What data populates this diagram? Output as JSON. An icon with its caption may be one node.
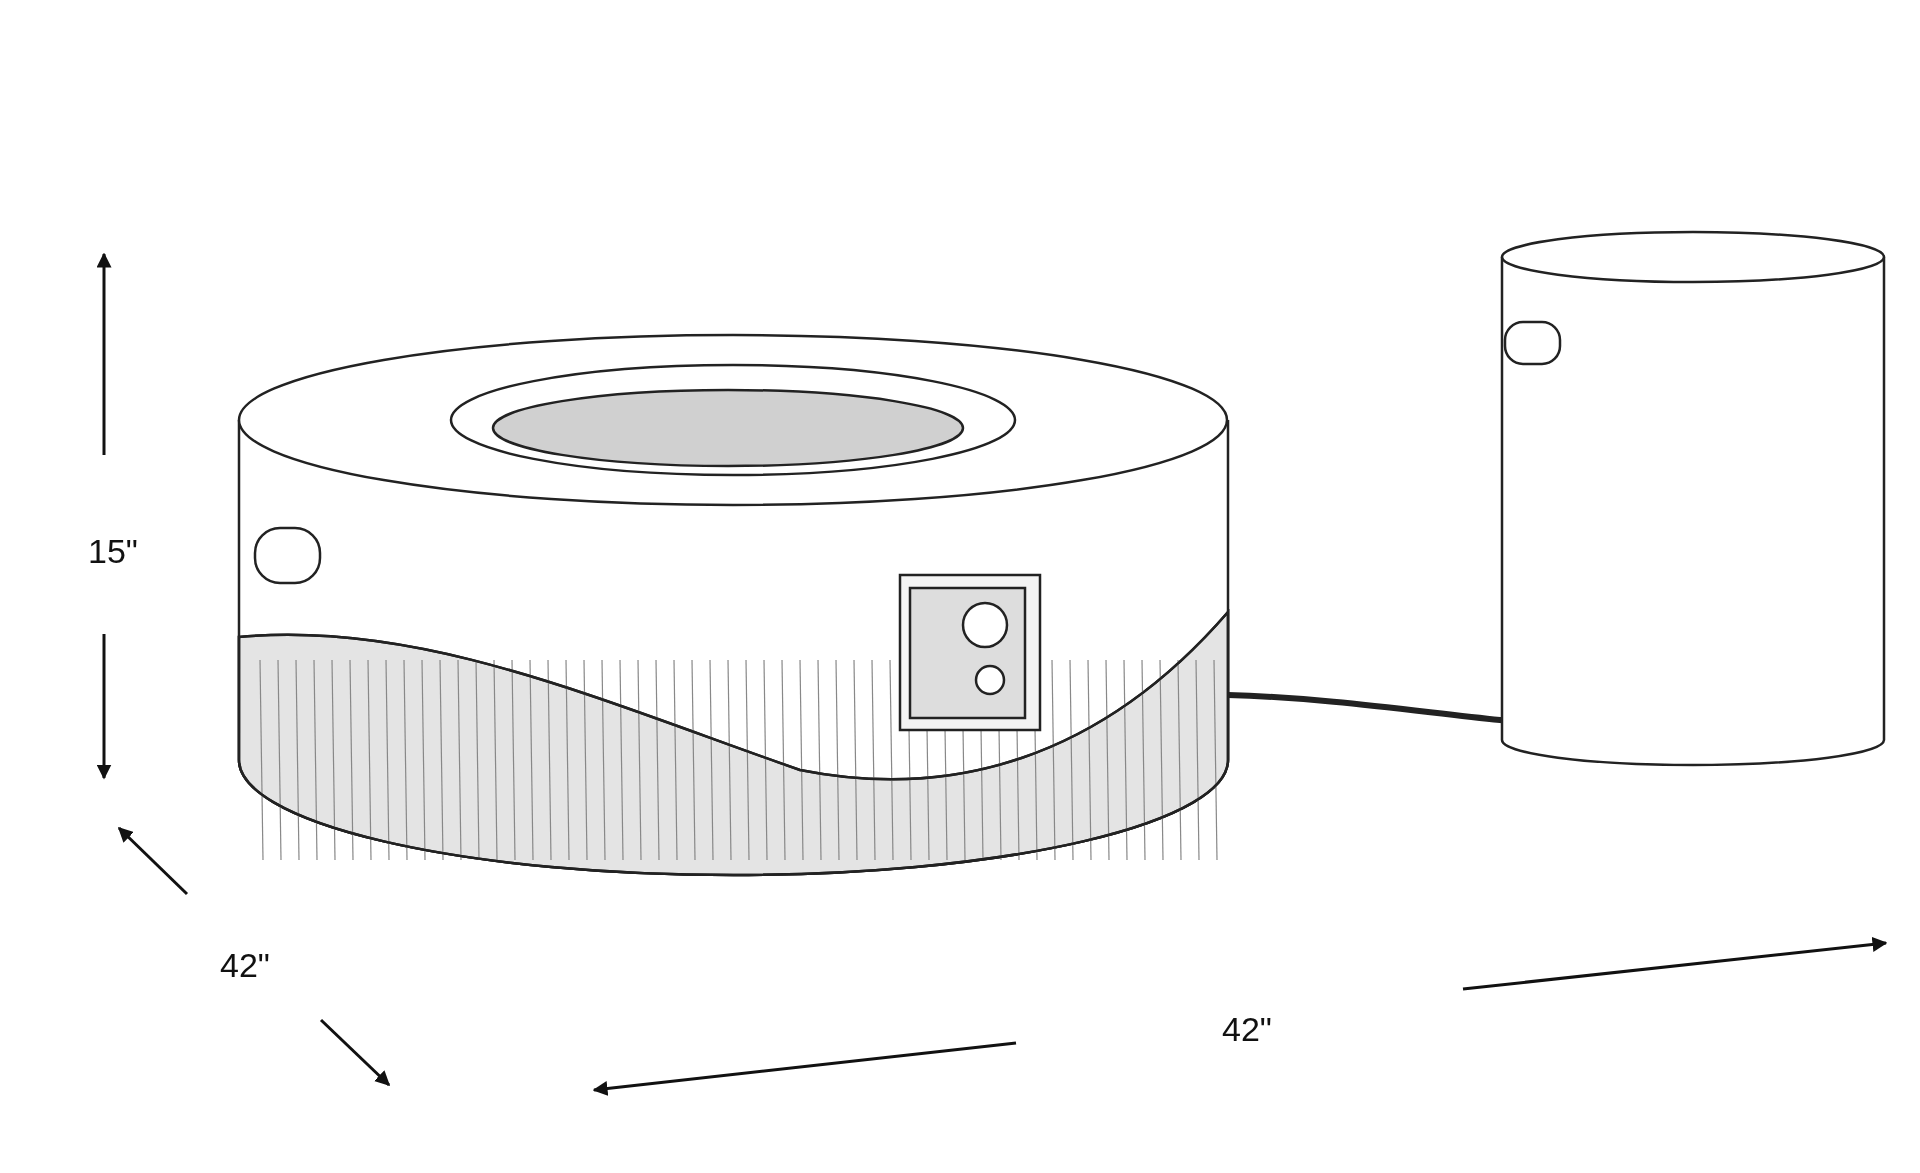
{
  "diagram": {
    "labels": [
      "15\"",
      "42\"",
      "42\""
    ]
  }
}
